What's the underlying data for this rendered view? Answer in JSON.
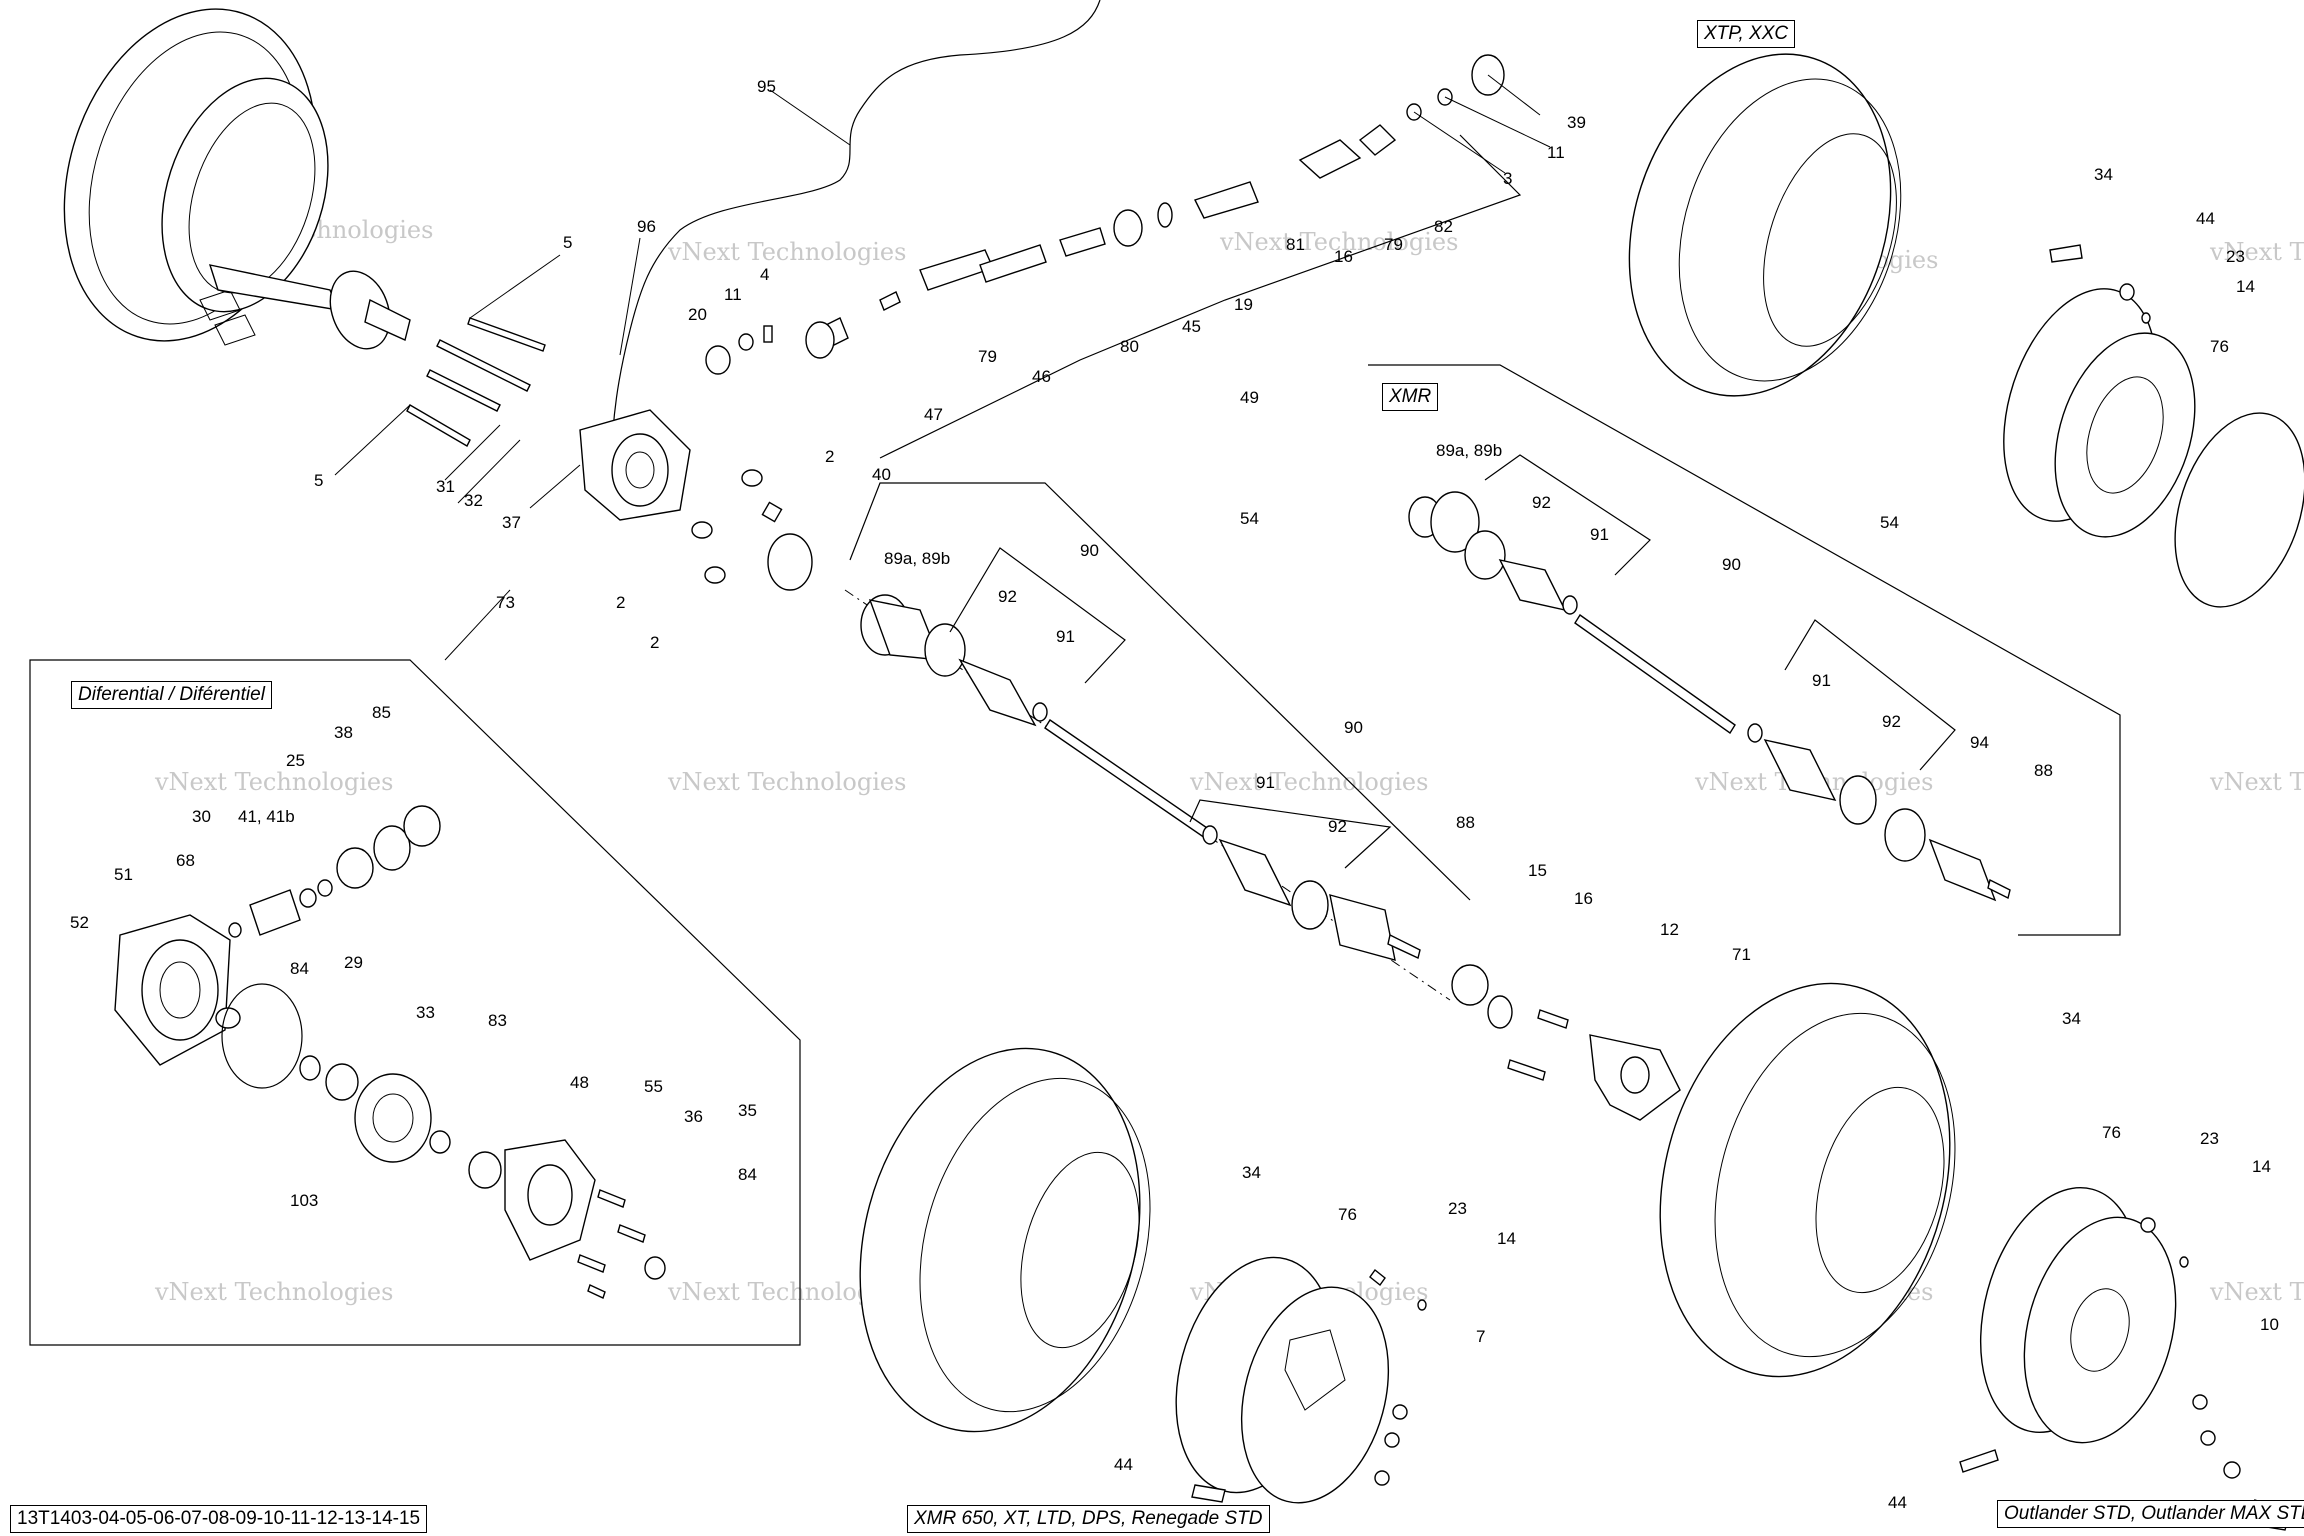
{
  "drawing_code": "13T1403-04-05-06-07-08-09-10-11-12-13-14-15",
  "watermark": "vNext Technologies",
  "variant_labels": {
    "xtp": "XTP, XXC",
    "xmr": "XMR",
    "differential": "Diferential / Diférentiel",
    "bottom_center": "XMR 650, XT, LTD, DPS, Renegade STD",
    "bottom_right": "Outlander STD, Outlander MAX STD"
  },
  "part_numbers": [
    "95",
    "96",
    "5",
    "4",
    "11",
    "20",
    "47",
    "79",
    "46",
    "80",
    "45",
    "19",
    "81",
    "16",
    "79",
    "82",
    "3",
    "11",
    "39",
    "49",
    "2",
    "40",
    "2",
    "2",
    "31",
    "32",
    "37",
    "73",
    "5",
    "54",
    "89a, 89b",
    "90",
    "92",
    "91",
    "90",
    "91",
    "92",
    "88",
    "15",
    "16",
    "12",
    "71",
    "34",
    "44",
    "23",
    "14",
    "76",
    "89a, 89b",
    "92",
    "91",
    "90",
    "54",
    "91",
    "92",
    "94",
    "88",
    "38",
    "85",
    "25",
    "30",
    "41, 41b",
    "68",
    "51",
    "52",
    "84",
    "29",
    "33",
    "83",
    "48",
    "55",
    "36",
    "35",
    "84",
    "103",
    "34",
    "76",
    "23",
    "14",
    "7",
    "44",
    "34",
    "76",
    "23",
    "14",
    "10",
    "44"
  ]
}
